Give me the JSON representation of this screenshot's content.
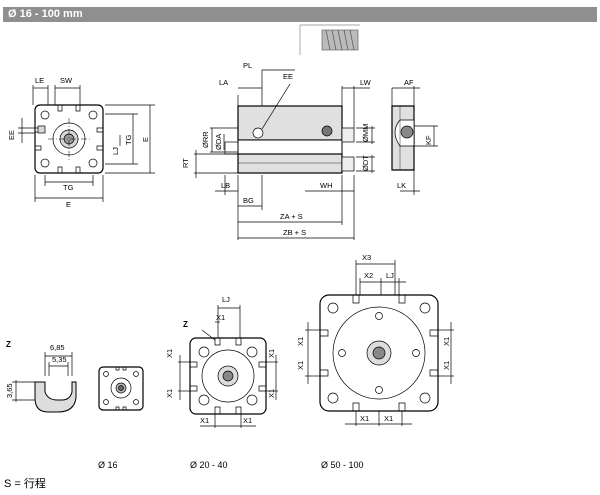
{
  "header": {
    "title": "Ø 16 - 100 mm"
  },
  "front_view": {
    "labels": {
      "le": "LE",
      "sw": "SW",
      "ee": "EE",
      "lj": "LJ",
      "tg_v": "TG",
      "e_v": "E",
      "tg_h": "TG",
      "e_h": "E"
    }
  },
  "side_view": {
    "labels": {
      "la": "LA",
      "pl": "PL",
      "ee": "EE",
      "lw": "LW",
      "orr": "ØRR",
      "oda": "ØDA",
      "rt": "RT",
      "omm": "ØMM",
      "odt": "ØDT",
      "lb": "LB",
      "bg": "BG",
      "wh": "WH",
      "za": "ZA + S",
      "zb": "ZB + S"
    }
  },
  "end_view": {
    "labels": {
      "af": "AF",
      "kf": "KF",
      "lk": "LK"
    }
  },
  "bottom": {
    "z_label": "Z",
    "dims": {
      "d685": "6,85",
      "d535": "5,35",
      "d365": "3,65"
    },
    "x_labels": {
      "x1": "X1",
      "x2": "X2",
      "x3": "X3",
      "lj": "LJ",
      "z": "Z"
    },
    "captions": {
      "d16": "Ø 16",
      "d20_40": "Ø 20 - 40",
      "d50_100": "Ø 50 - 100"
    }
  },
  "footnote": "S = 行程"
}
